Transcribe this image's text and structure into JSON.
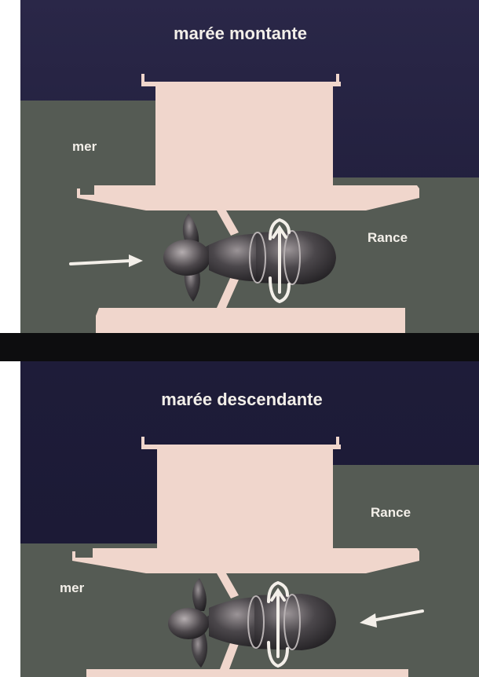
{
  "panels": {
    "top": {
      "title": "marée montante",
      "sea_label": "mer",
      "river_label": "Rance"
    },
    "bottom": {
      "title": "marée descendante",
      "sea_label": "mer",
      "river_label": "Rance"
    }
  },
  "colors": {
    "sky": "#22203f",
    "water": "#545a53",
    "concrete": "#f0d6cc",
    "turbine_dark": "#2b2a2e",
    "label": "#f3efe9",
    "band": "#0d0d0f"
  }
}
